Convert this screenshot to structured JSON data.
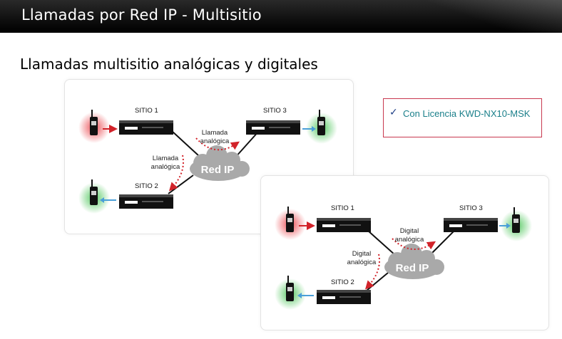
{
  "header": {
    "title": "Llamadas por Red IP - Multisitio"
  },
  "slide": {
    "subtitle": "Llamadas multisitio analógicas y digitales"
  },
  "license": {
    "check_icon": "✓",
    "text": "Con Licencia KWD-NX10-MSK"
  },
  "diagram_analog": {
    "site1": "SITIO 1",
    "site2": "SITIO 2",
    "site3": "SITIO 3",
    "call_top": [
      "Llamada",
      "analógica"
    ],
    "call_left": [
      "Llamada",
      "analógica"
    ],
    "cloud": "Red IP"
  },
  "diagram_digital": {
    "site1": "SITIO 1",
    "site2": "SITIO 2",
    "site3": "SITIO 3",
    "call_top": [
      "Digital",
      "analógica"
    ],
    "call_left": [
      "Digital",
      "analógica"
    ],
    "cloud": "Red IP"
  },
  "colors": {
    "glow_red": "#e8323a",
    "glow_green": "#3cc04a",
    "arrow_red": "#d2232a",
    "arrow_blue": "#4a9fd8",
    "cloud": "#a9a9a9",
    "accent_border": "#c8384f"
  }
}
